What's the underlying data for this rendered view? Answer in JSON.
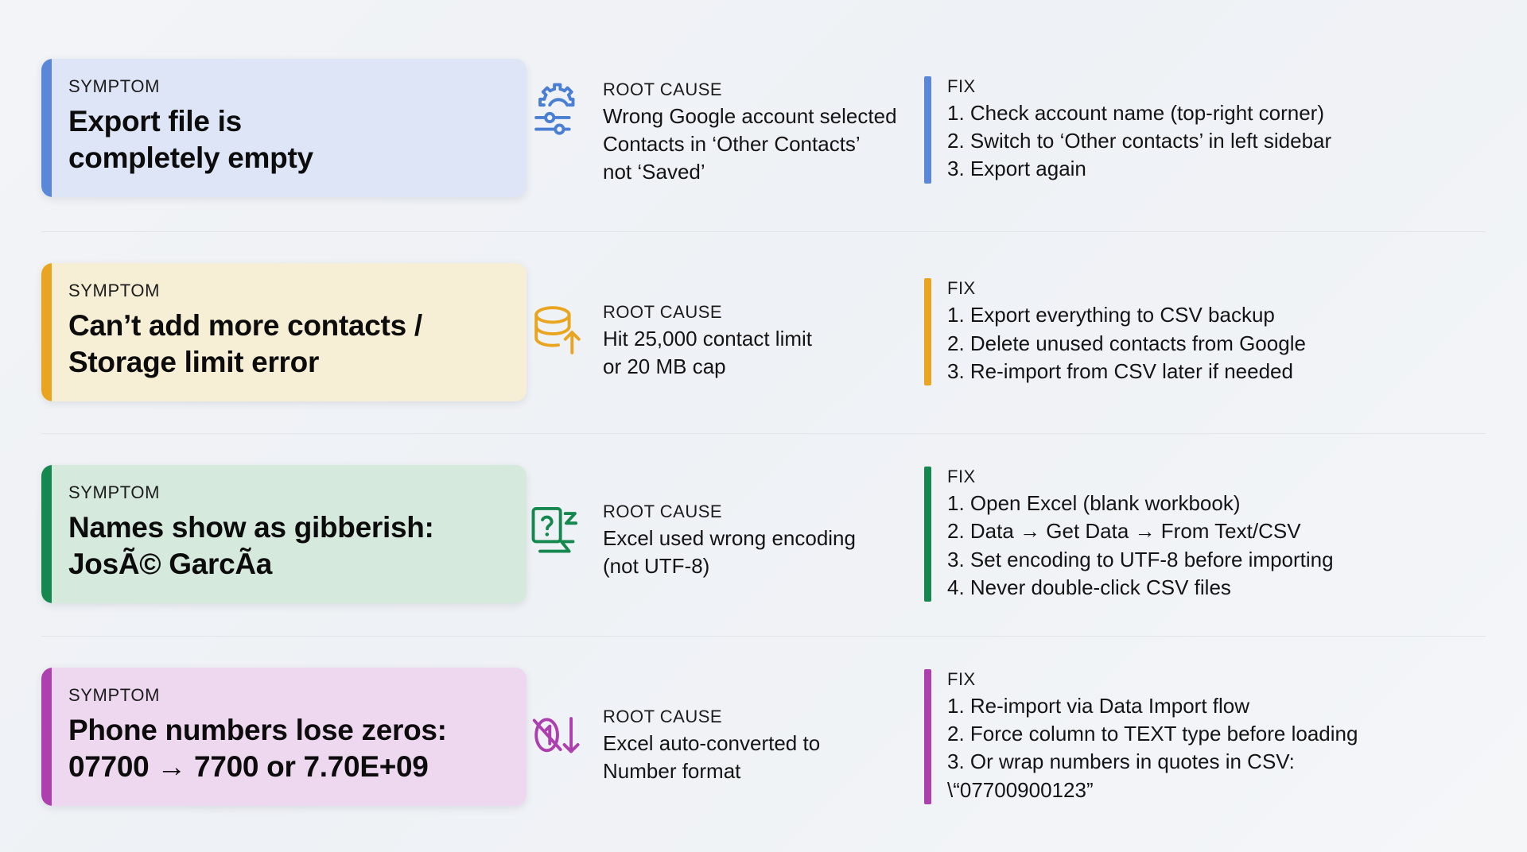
{
  "labels": {
    "symptom": "SYMPTOM",
    "root_cause": "ROOT CAUSE",
    "fix": "FIX"
  },
  "colors": {
    "blue_accent": "#5b87d8",
    "blue_card": "#dde5f7",
    "orange_accent": "#e9a520",
    "orange_card": "#f7eed6",
    "green_accent": "#15884f",
    "green_card": "#d6e9dd",
    "purple_accent": "#ad3fae",
    "purple_card": "#eed8f0",
    "page_bg": "#f1f3f6",
    "divider": "#e2e5e9",
    "text": "#141414"
  },
  "rows": [
    {
      "symptom": "Export file is\ncompletely empty",
      "icon": "settings-sliders-icon",
      "cause": "Wrong Google account selected\nContacts in ‘Other Contacts’\nnot ‘Saved’",
      "fix": [
        "1. Check account name (top-right corner)",
        "2. Switch to ‘Other contacts’ in left sidebar",
        "3. Export again"
      ]
    },
    {
      "symptom": "Can’t add more contacts /\nStorage limit error",
      "icon": "database-upload-icon",
      "cause": "Hit 25,000 contact limit\nor 20 MB cap",
      "fix": [
        "1. Export everything to CSV backup",
        "2. Delete unused contacts from Google",
        "3. Re-import from CSV later if needed"
      ]
    },
    {
      "symptom": "Names show as gibberish:\nJosÃ© GarcÃ­a",
      "icon": "broken-encoding-icon",
      "cause": "Excel used wrong encoding\n(not UTF-8)",
      "fix": [
        "1. Open Excel (blank workbook)",
        "2. Data → Get Data → From Text/CSV",
        "3. Set encoding to UTF-8 before importing",
        "4. Never double-click CSV files"
      ]
    },
    {
      "symptom": "Phone numbers lose zeros:\n07700 → 7700 or 7.70E+09",
      "icon": "no-leading-zero-icon",
      "cause": "Excel auto-converted to\nNumber format",
      "fix": [
        "1. Re-import via Data Import flow",
        "2. Force column to TEXT type before loading",
        "3. Or wrap numbers in quotes in CSV:",
        "    \\“07700900123”"
      ]
    }
  ]
}
